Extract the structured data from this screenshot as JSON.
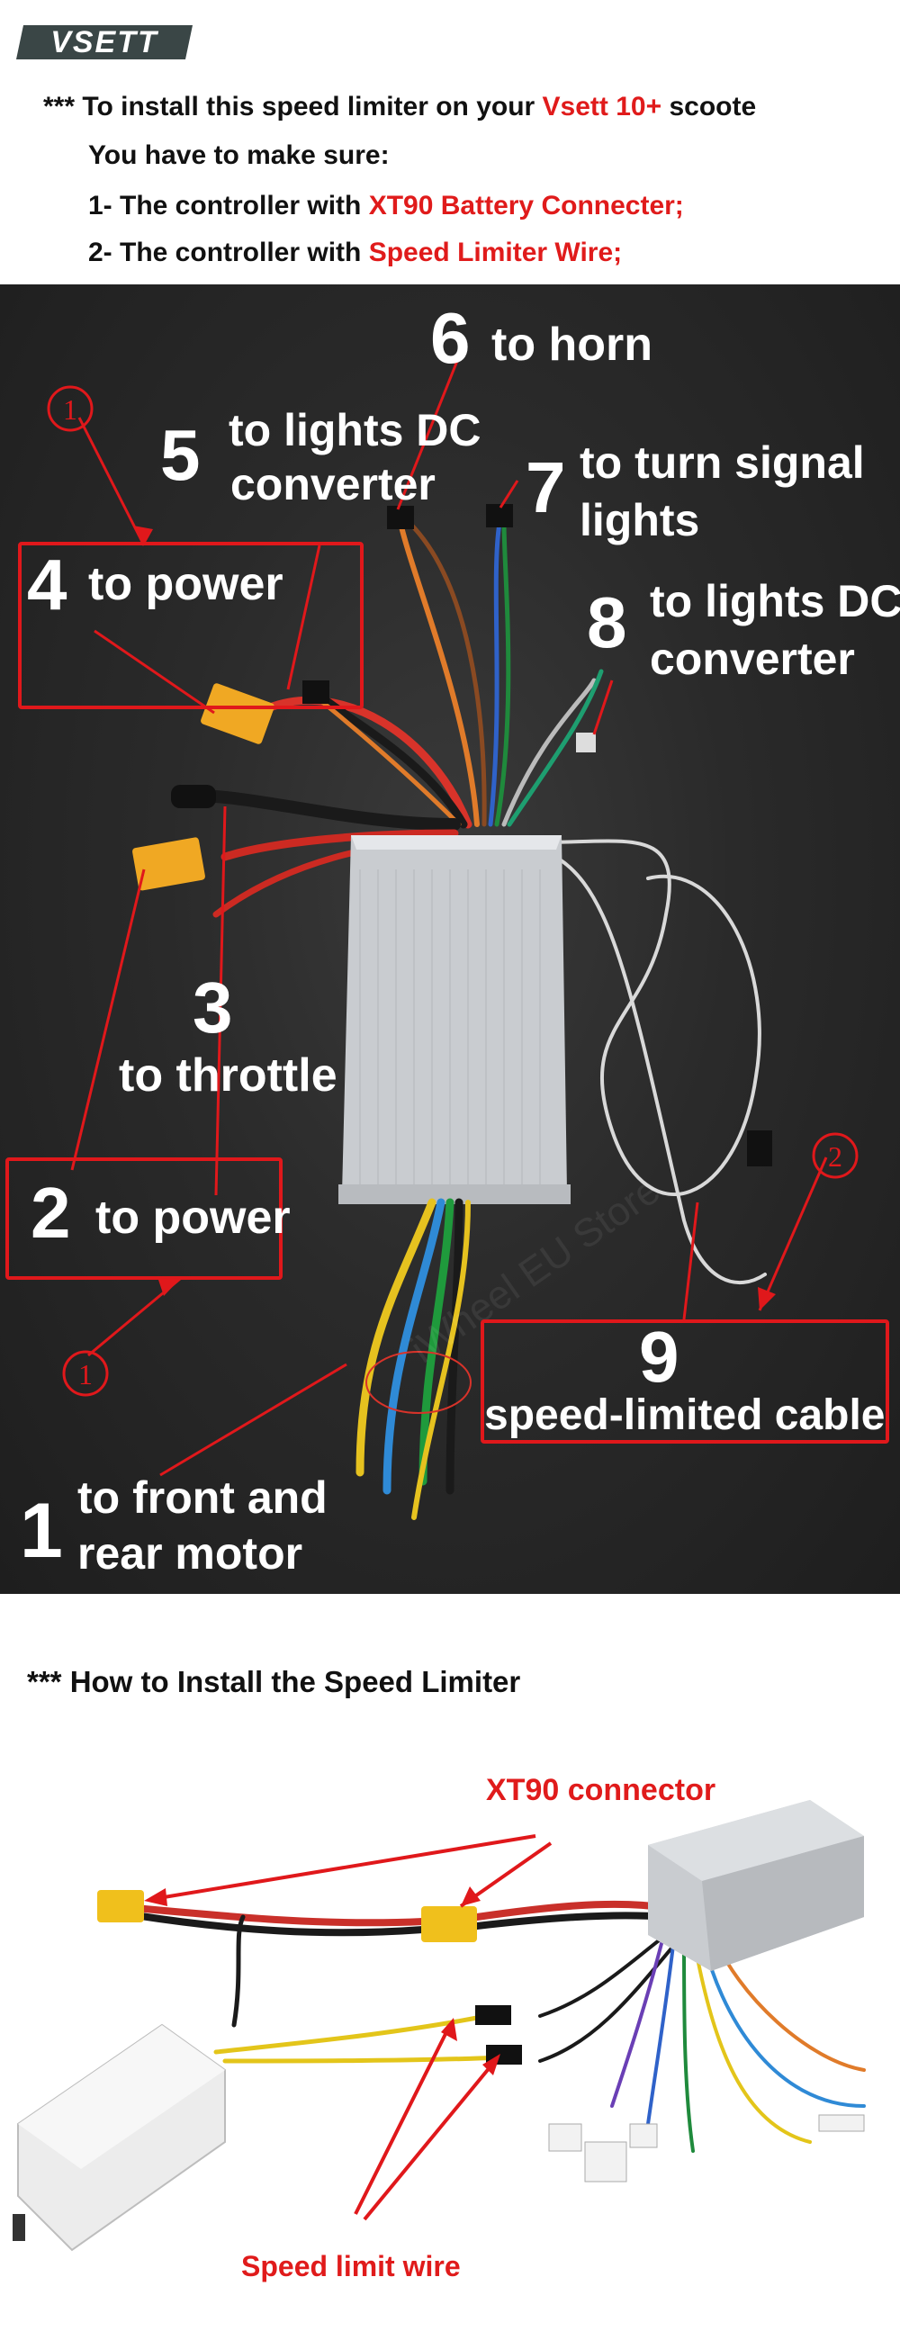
{
  "header": {
    "logo_text": "VSETT",
    "intro_prefix": "*** To install this speed limiter on your ",
    "intro_brand": "Vsett 10+",
    "intro_suffix": " scoote",
    "make_sure": "You have to make sure:",
    "req1_prefix": "1- The controller with ",
    "req1_highlight": "XT90 Battery Connecter;",
    "req2_prefix": "2- The controller with ",
    "req2_highlight": "Speed Limiter Wire;"
  },
  "diagram": {
    "labels": [
      {
        "num": "6",
        "text": "to horn"
      },
      {
        "num": "5",
        "text_line1": "to lights DC",
        "text_line2": "converter"
      },
      {
        "num": "7",
        "text_line1": "to turn signal",
        "text_line2": "lights"
      },
      {
        "num": "4",
        "text": "to power"
      },
      {
        "num": "8",
        "text_line1": "to lights DC",
        "text_line2": "converter"
      },
      {
        "num": "3",
        "text": "to throttle"
      },
      {
        "num": "2",
        "text": "to power"
      },
      {
        "num": "9",
        "text": "speed-limited cable"
      },
      {
        "num": "1",
        "text_line1": "to front and",
        "text_line2": "rear motor"
      }
    ],
    "circle_marks": {
      "top_left": "1",
      "bottom_left": "1",
      "right": "2"
    },
    "watermark": "iWheel EU Store"
  },
  "install": {
    "heading": "*** How to Install the Speed Limiter",
    "xt90_label": "XT90 connector",
    "wire_label": "Speed limit wire"
  },
  "colors": {
    "accent_red": "#e01b1b",
    "photo_bg": "#2a2a2a",
    "controller": "#c9ccd0"
  }
}
